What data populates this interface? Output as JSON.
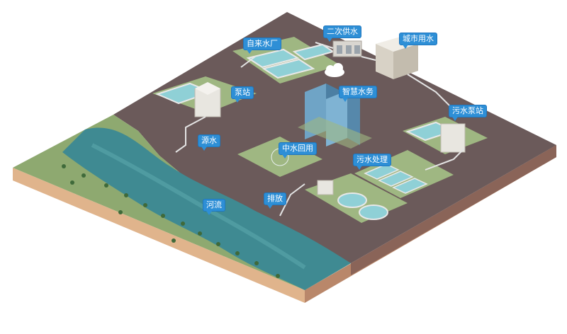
{
  "labels": {
    "secondary_supply": "二次供水",
    "city_water": "城市用水",
    "waterworks": "自来水厂",
    "pump_station": "泵站",
    "smart_water": "智慧水务",
    "sewage_pump_station": "污水泵站",
    "water_source": "源水",
    "reclaimed_water": "中水回用",
    "sewage_treatment": "污水处理",
    "river": "河流",
    "discharge": "排放"
  },
  "colors": {
    "ground": "#6b5a5a",
    "grass": "#8ea970",
    "river": "#3f8a92",
    "soil_side": "#e0b48c",
    "callout": "#2e8fd6"
  }
}
